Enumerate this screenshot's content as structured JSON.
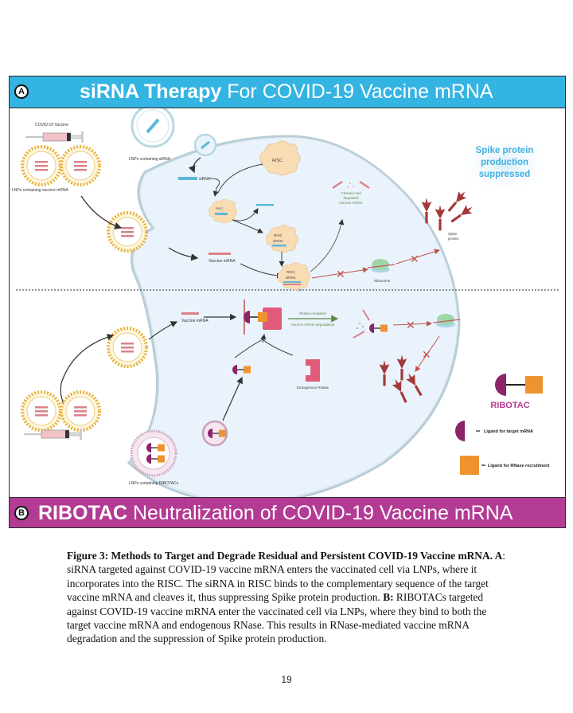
{
  "panel_a": {
    "badge": "A",
    "title_bold": "siRNA Therapy",
    "title_rest": " For COVID-19 Vaccine mRNA",
    "banner_color": "#34b4e2",
    "labels": {
      "vaccine": "COVID-19 Vaccine",
      "lnp_vaccine": "LNPs containing vaccine mRNA",
      "lnp_sirna": "LNPs containing siRNA",
      "sirna": "siRNA",
      "risc": "RISC",
      "risc_small": "RISC",
      "risc_sirna_1": "RISC",
      "risc_sirna_1b": "siRNA",
      "risc_sirna_2": "RISC",
      "risc_sirna_2b": "siRNA",
      "vaccine_mrna": "Vaccine mRNA",
      "cleaved_1": "Cleaved and",
      "cleaved_2": "degraded",
      "cleaved_3": "vaccine mRNA",
      "ribosome": "Ribosome",
      "spike_1": "Spike",
      "spike_2": "protein",
      "suppressed_1": "Spike protein",
      "suppressed_2": "production",
      "suppressed_3": "suppressed"
    }
  },
  "panel_b": {
    "badge": "B",
    "title_bold": "RIBOTAC",
    "title_rest": " Neutralization of COVID-19 Vaccine mRNA",
    "banner_color": "#b33b94",
    "labels": {
      "vaccine_mrna": "Vaccine mRNA",
      "rnase_1": "RNase mediated",
      "rnase_2": "Vaccine mRNA degradation",
      "endogenous": "Endogenous RNase",
      "lnp_ribotac": "LNPs containing RIBOTACs"
    },
    "legend": {
      "title": "RIBOTAC",
      "ligand_mrna": "Ligand for target mRNA",
      "ligand_rnase": "Ligand for RNase recruitment"
    }
  },
  "caption": {
    "bold_lead": "Figure 3: Methods to Target and Degrade Residual and Persistent COVID-19 Vaccine mRNA. A",
    "text_a": ": siRNA targeted against COVID-19 vaccine mRNA enters the vaccinated cell via LNPs, where it incorporates into the RISC. The siRNA in RISC binds to the complementary sequence of the target vaccine mRNA and cleaves it, thus suppressing Spike protein production. ",
    "bold_b": "B:",
    "text_b": " RIBOTACs targeted against COVID-19 vaccine mRNA enter the vaccinated cell via LNPs, where they bind to both the target vaccine mRNA and endogenous RNase. This results in RNase-mediated vaccine mRNA degradation and the suppression of Spike protein production."
  },
  "page_number": "19"
}
